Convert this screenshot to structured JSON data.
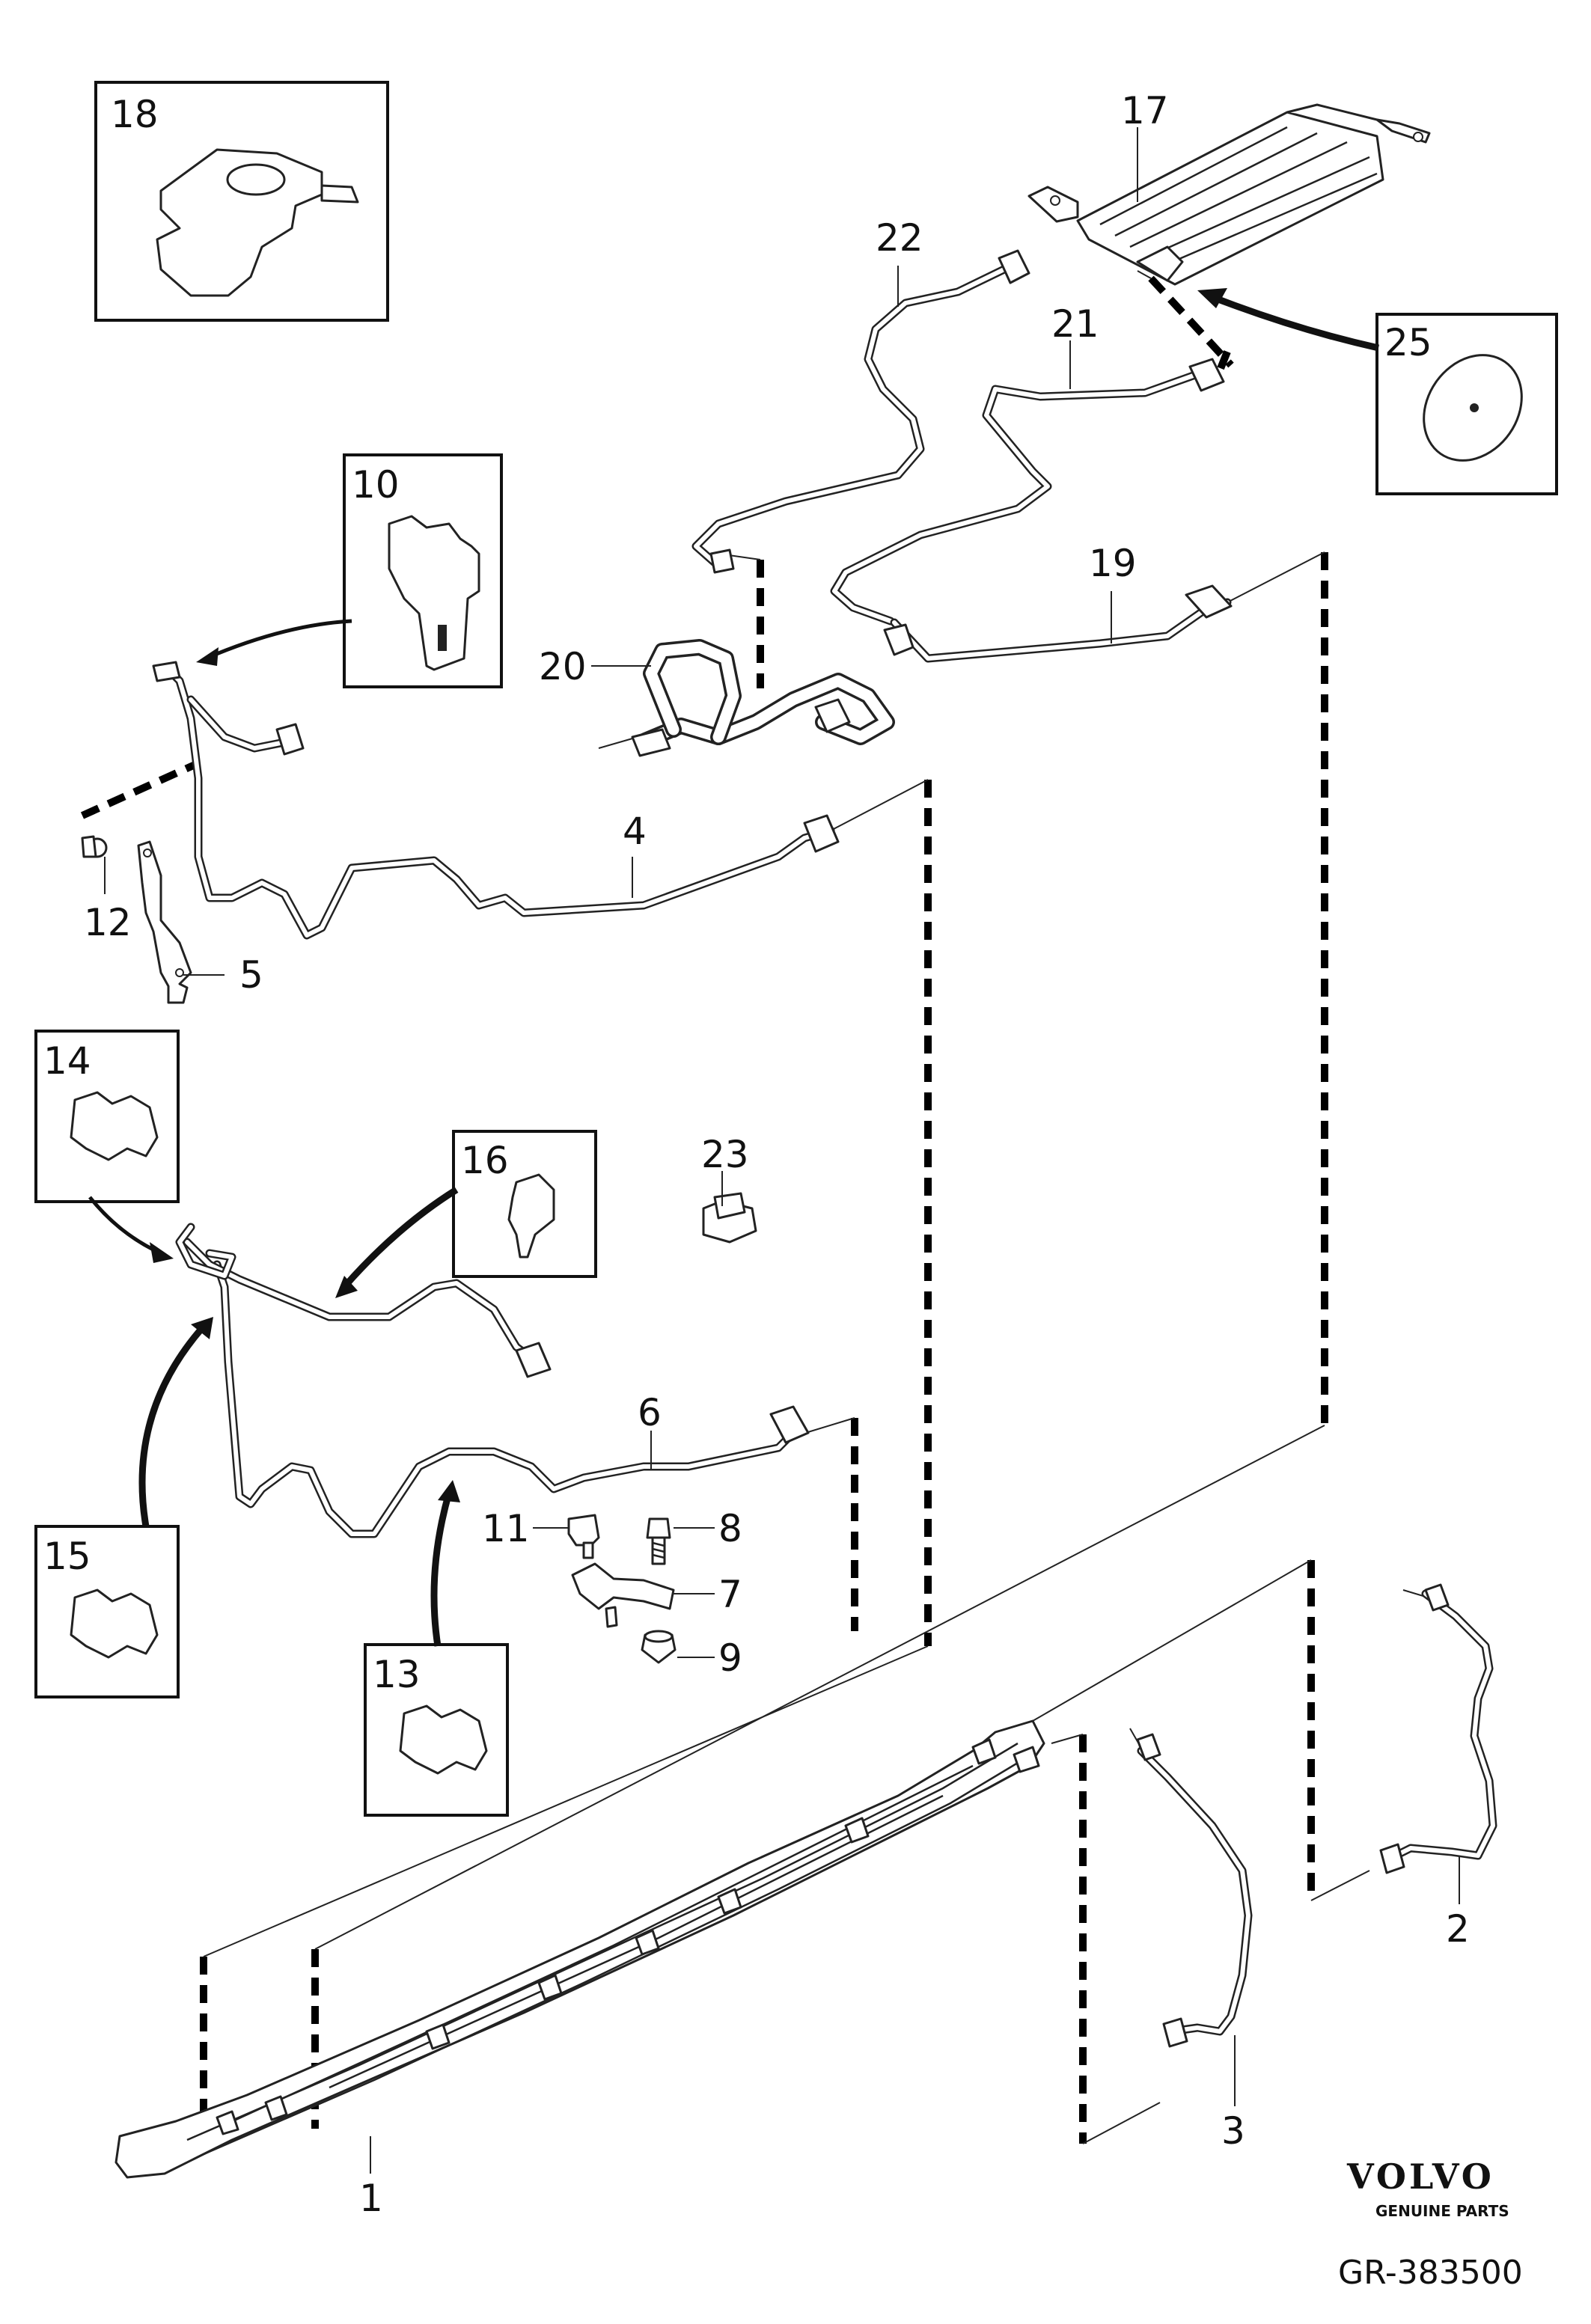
{
  "callouts": {
    "p1": "1",
    "p2": "2",
    "p3": "3",
    "p4": "4",
    "p5": "5",
    "p6": "6",
    "p7": "7",
    "p8": "8",
    "p9": "9",
    "p11": "11",
    "p12": "12",
    "p17": "17",
    "p19": "19",
    "p20": "20",
    "p21": "21",
    "p22": "22",
    "p23": "23"
  },
  "inset_boxes": {
    "b10": "10",
    "b13": "13",
    "b14": "14",
    "b15": "15",
    "b16": "16",
    "b18": "18",
    "b25": "25"
  },
  "branding": {
    "logo": "VOLVO",
    "tagline": "GENUINE PARTS",
    "reference": "GR-383500"
  }
}
